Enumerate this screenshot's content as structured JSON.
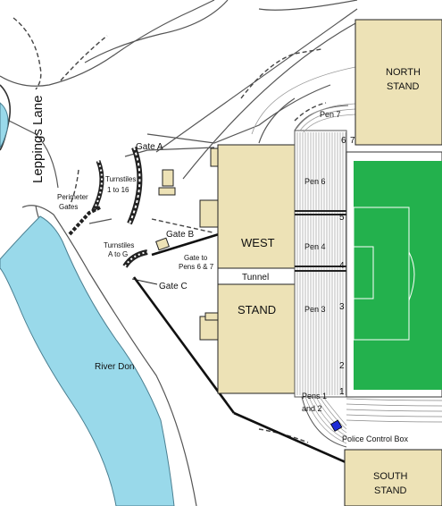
{
  "colors": {
    "stand": "#ede2b6",
    "pitch": "#23b14d",
    "river": "#99d9ea",
    "police_box": "#1d2bd6"
  },
  "streets": {
    "leppings_lane": "Leppings Lane"
  },
  "water": {
    "river": "River Don"
  },
  "stands": {
    "north": {
      "line1": "NORTH",
      "line2": "STAND"
    },
    "west_upper": "WEST",
    "west_lower": "STAND",
    "south": {
      "line1": "SOUTH",
      "line2": "STAND"
    },
    "tunnel": "Tunnel"
  },
  "gates": {
    "gate_a": "Gate A",
    "gate_b": "Gate B",
    "gate_c": "Gate C",
    "gate_pens": {
      "line1": "Gate to",
      "line2": "Pens 6 & 7"
    },
    "perimeter": {
      "line1": "Perimeter",
      "line2": "Gates"
    },
    "turnstiles_1_16": {
      "line1": "Turnstiles",
      "line2": "1 to 16"
    },
    "turnstiles_a_g": {
      "line1": "Turnstiles",
      "line2": "A to G"
    }
  },
  "pens": {
    "pen7": "Pen 7",
    "pen6": "Pen 6",
    "pen4": "Pen 4",
    "pen3": "Pen 3",
    "pens12": {
      "line1": "Pens 1",
      "line2": "and 2"
    }
  },
  "pen_gates": [
    "6",
    "7",
    "5",
    "4",
    "3",
    "2",
    "1"
  ],
  "police": {
    "control_box": "Police Control Box"
  }
}
